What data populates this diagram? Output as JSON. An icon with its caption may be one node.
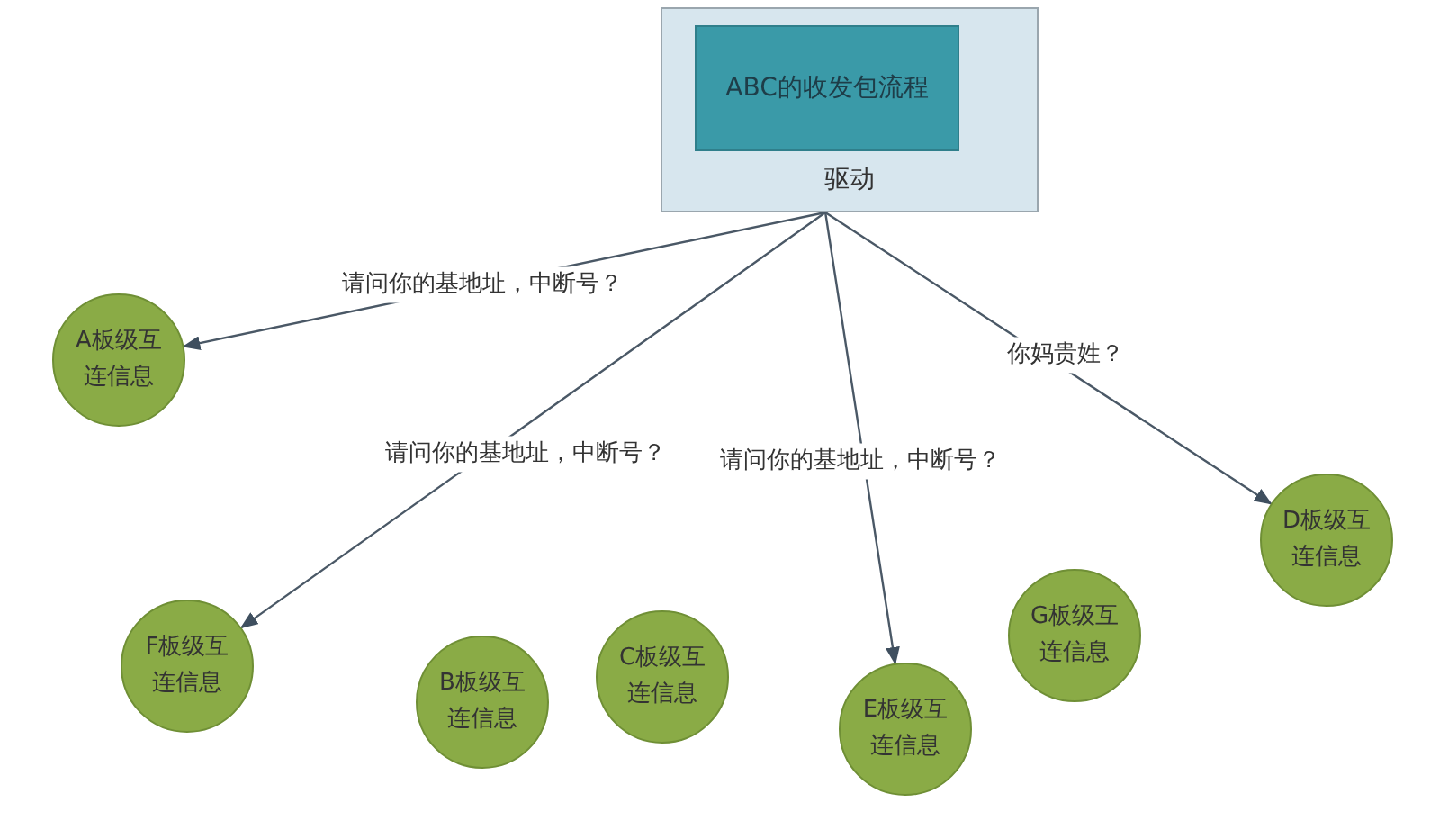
{
  "diagram": {
    "nodes": [
      {
        "text": [
          "驱动"
        ]
      },
      {
        "text": [
          "ABC的收发包流程"
        ],
        "in": 0
      },
      {
        "text": [
          "A板级互连信息"
        ]
      },
      {
        "text": [
          "D板级互连信息"
        ]
      },
      {
        "text": [
          "F板级互连信息"
        ]
      },
      {
        "text": [
          "B板级互连信息"
        ]
      },
      {
        "text": [
          "C板级互连信息"
        ]
      },
      {
        "text": [
          "E板级互连信息"
        ]
      },
      {
        "text": [
          "G板级互连信息"
        ]
      }
    ],
    "edges": [
      {
        "from": 0,
        "to": 2,
        "arrow": "to",
        "label": "请问你的基地址，中断号？"
      },
      {
        "from": 0,
        "to": 4,
        "arrow": "to",
        "label": "请问你的基地址，中断号？"
      },
      {
        "from": 0,
        "to": 7,
        "arrow": "to",
        "label": "请问你的基地址，中断号？"
      },
      {
        "from": 0,
        "to": 3,
        "arrow": "to",
        "label": "你妈贵姓？"
      }
    ]
  }
}
